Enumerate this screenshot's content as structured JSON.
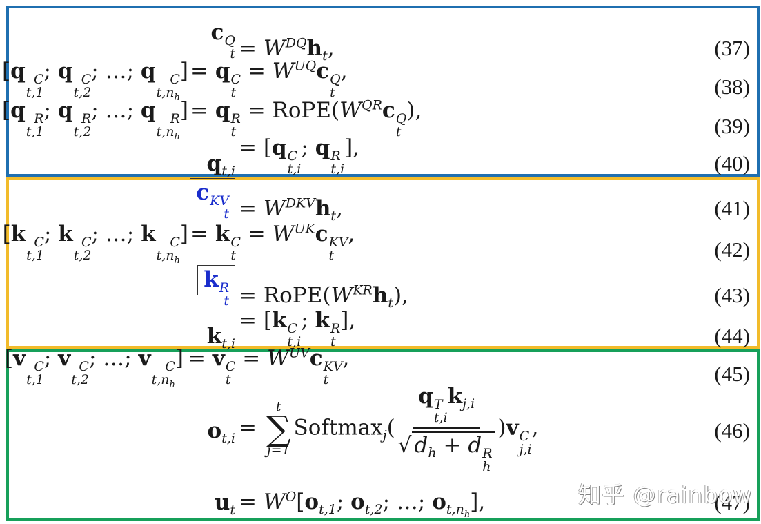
{
  "groups": [
    {
      "name": "query-group",
      "border_color": "#1f6fb0"
    },
    {
      "name": "key-group",
      "border_color": "#f2bb2a"
    },
    {
      "name": "value-output-group",
      "border_color": "#17a05a"
    }
  ],
  "highlight_color": "#1a2dcc",
  "equations": [
    {
      "number": "(37)",
      "lhs": "",
      "text": "c_t^Q = W^{DQ} h_t,"
    },
    {
      "number": "(38)",
      "lhs": "[q_{t,1}^C; q_{t,2}^C; ...; q_{t,n_h}^C]",
      "text": "= q_t^C = W^{UQ} c_t^Q,"
    },
    {
      "number": "(39)",
      "lhs": "[q_{t,1}^R; q_{t,2}^R; ...; q_{t,n_h}^R]",
      "text": "= q_t^R = RoPE(W^{QR} c_t^Q),"
    },
    {
      "number": "(40)",
      "lhs": "",
      "text": "q_{t,i} = [q_{t,i}^C; q_{t,i}^R],"
    },
    {
      "number": "(41)",
      "lhs": "",
      "text": "[c_t^{KV}] = W^{DKV} h_t,",
      "boxed": "c_t^{KV}"
    },
    {
      "number": "(42)",
      "lhs": "[k_{t,1}^C; k_{t,2}^C; ...; k_{t,n_h}^C]",
      "text": "= k_t^C = W^{UK} c_t^{KV},"
    },
    {
      "number": "(43)",
      "lhs": "",
      "text": "[k_t^R] = RoPE(W^{KR} h_t),",
      "boxed": "k_t^R"
    },
    {
      "number": "(44)",
      "lhs": "",
      "text": "k_{t,i} = [k_{t,i}^C; k_t^R],"
    },
    {
      "number": "(45)",
      "lhs": "[v_{t,1}^C; v_{t,2}^C; ...; v_{t,n_h}^C]",
      "text": "= v_t^C = W^{UV} c_t^{KV},"
    },
    {
      "number": "(46)",
      "lhs": "",
      "text": "o_{t,i} = sum_{j=1}^{t} Softmax_j( q_{t,i}^T k_{j,i} / sqrt(d_h + d_h^R) ) v_{j,i}^C,"
    },
    {
      "number": "(47)",
      "lhs": "",
      "text": "u_t = W^O [o_{t,1}; o_{t,2}; ...; o_{t,n_h}],"
    }
  ],
  "labels": {
    "rope": "RoPE",
    "softmax": "Softmax",
    "sum_upper": "t",
    "sum_lower": "j=1",
    "ellipsis": "...",
    "eq": "="
  },
  "watermark": "知乎 @rainbow"
}
